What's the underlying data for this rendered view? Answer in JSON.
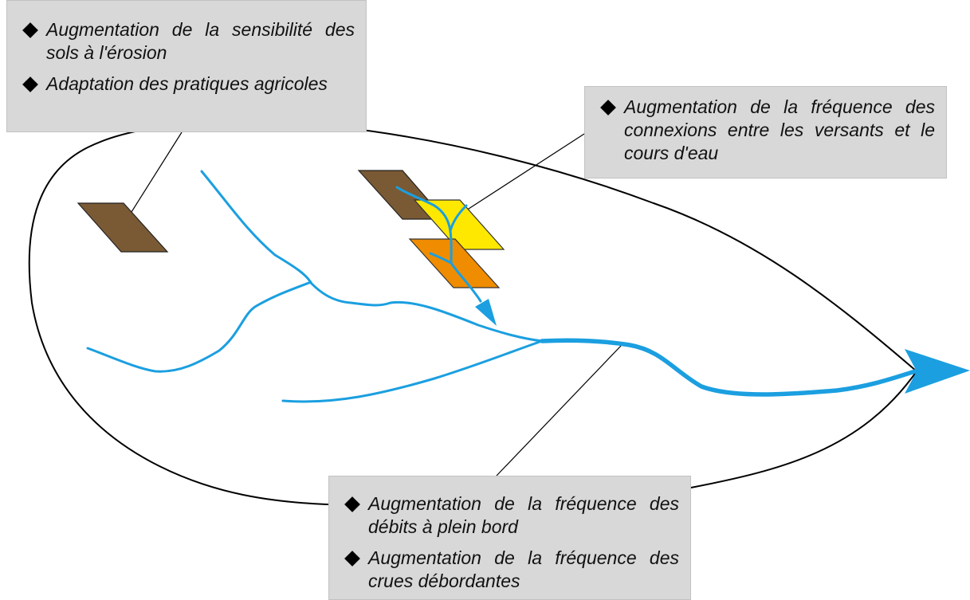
{
  "colors": {
    "outline": "#000000",
    "river": "#1b9fe0",
    "plot_dark": "#7a5a34",
    "plot_yellow": "#ffe800",
    "plot_orange": "#f08c00",
    "box_bg": "#d8d8d8"
  },
  "boxes": {
    "top_left": {
      "items": [
        "Augmentation de la sensibilité des sols à l'érosion",
        "Adaptation des pratiques agricoles"
      ]
    },
    "top_right": {
      "items": [
        "Augmentation de la fréquence des connexions entre les versants et le cours d'eau"
      ]
    },
    "bottom": {
      "items": [
        "Augmentation de la fréquence des débits à plein bord",
        "Augmentation de la fréquence des crues débordantes"
      ]
    }
  }
}
